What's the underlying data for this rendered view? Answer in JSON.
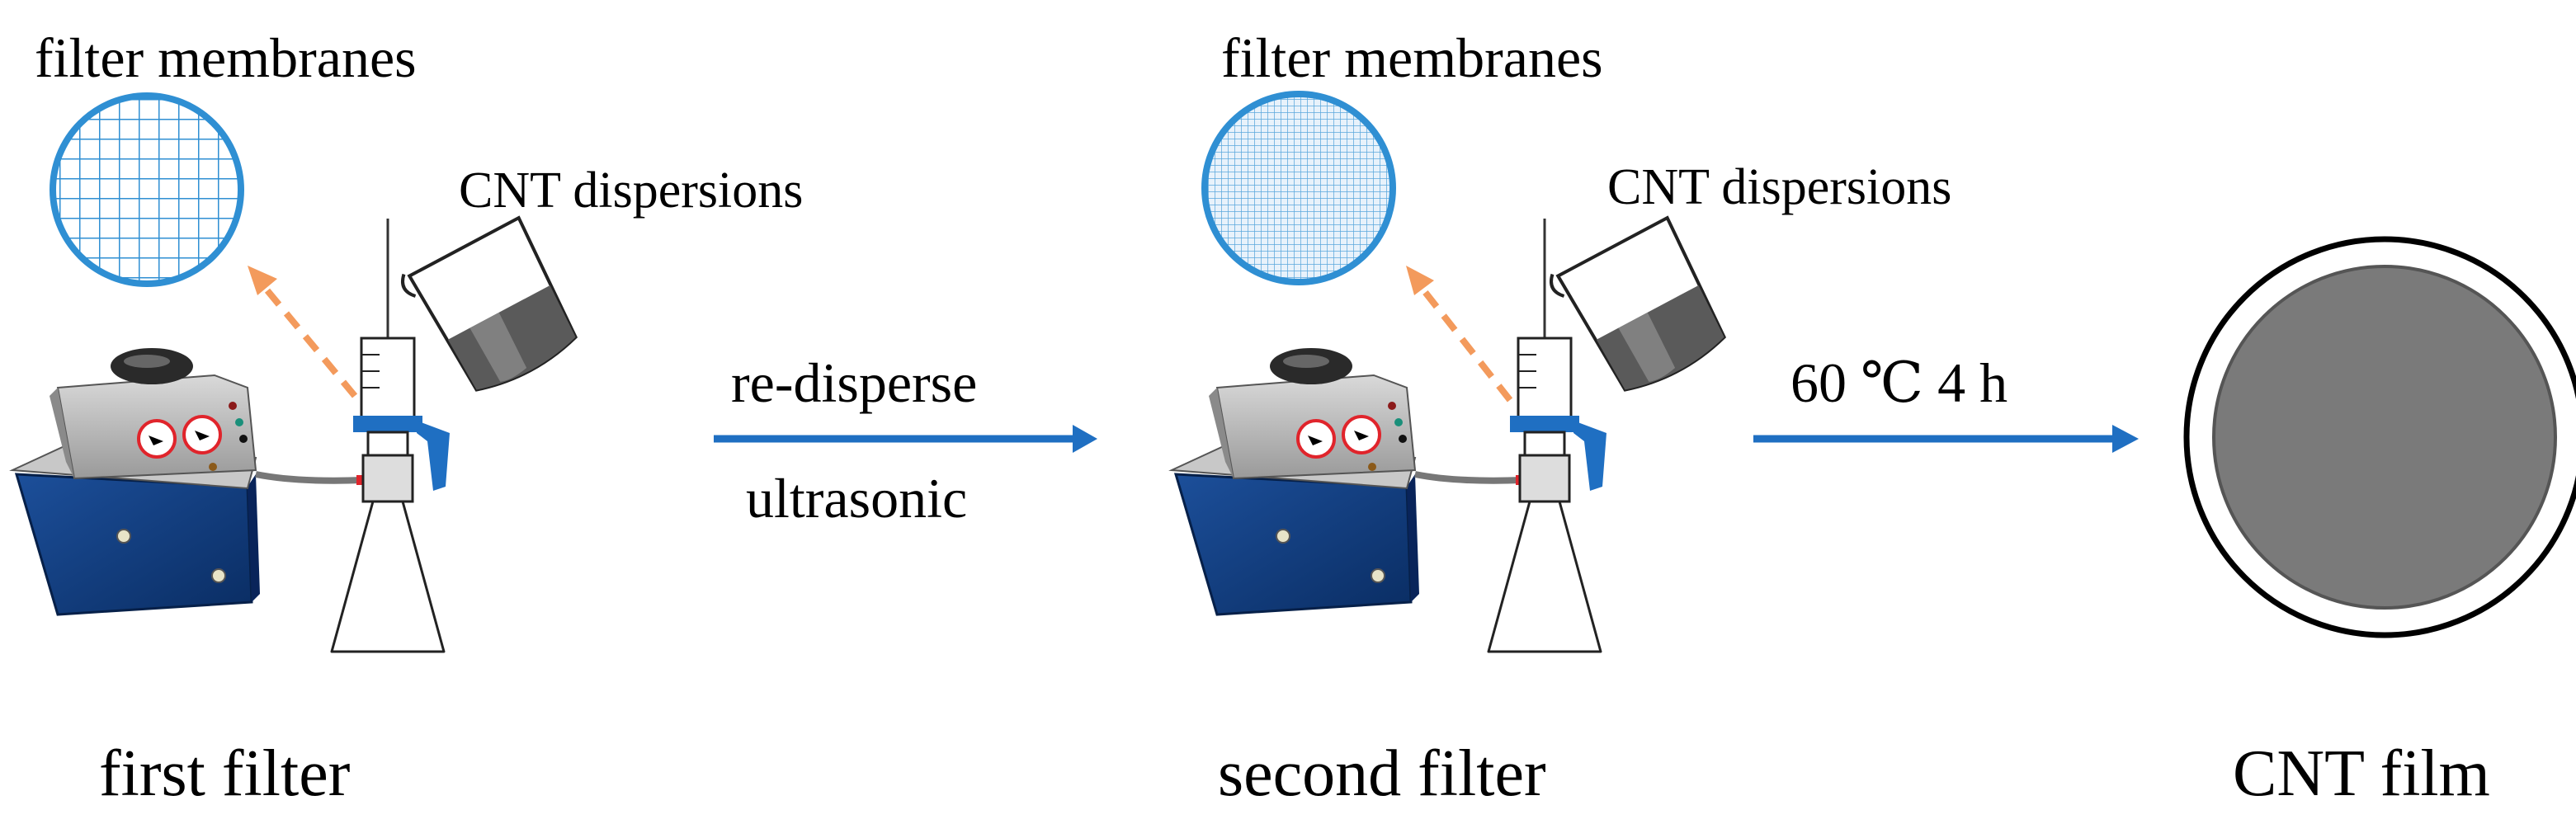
{
  "labels": {
    "membranes_1": "filter membranes",
    "membranes_2": "filter membranes",
    "cnt_disp_1": "CNT dispersions",
    "cnt_disp_2": "CNT dispersions",
    "step1_top": "re-disperse",
    "step1_bottom": "ultrasonic",
    "step2_top": "60 ℃ 4 h",
    "caption_first": "first filter",
    "caption_second": "second filter",
    "caption_film": "CNT film"
  },
  "colors": {
    "pump_blue": "#0d3a7a",
    "arrow_blue": "#1f6fc2",
    "dash_orange": "#f39a5c",
    "mesh_blue": "#2f8fd3",
    "dial_red": "#e0242b",
    "film_gray": "#7a7a7a"
  }
}
